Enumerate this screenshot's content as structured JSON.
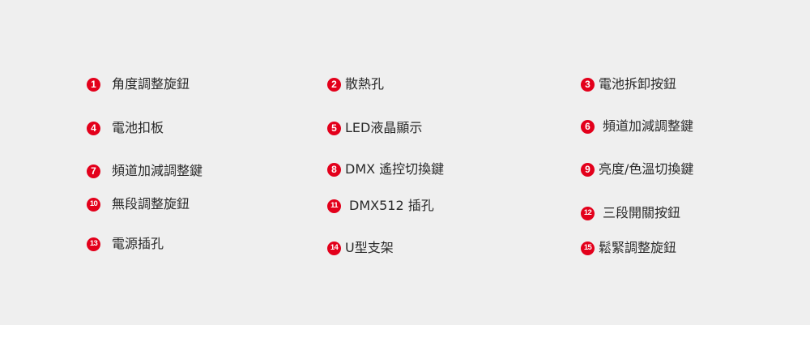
{
  "accent_color": "#e3001b",
  "items": [
    {
      "number": "1",
      "label": "角度調整旋鈕"
    },
    {
      "number": "2",
      "label": "散熱孔"
    },
    {
      "number": "3",
      "label": "電池拆卸按鈕"
    },
    {
      "number": "4",
      "label": "電池扣板"
    },
    {
      "number": "5",
      "label": "LED液晶顯示"
    },
    {
      "number": "6",
      "label": "頻道加減調整鍵"
    },
    {
      "number": "7",
      "label": "頻道加減調整鍵"
    },
    {
      "number": "8",
      "label": "DMX 遙控切換鍵"
    },
    {
      "number": "9",
      "label": "亮度/色溫切換鍵"
    },
    {
      "number": "10",
      "label": "無段調整旋鈕"
    },
    {
      "number": "11",
      "label": "DMX512 插孔"
    },
    {
      "number": "12",
      "label": "三段開關按鈕"
    },
    {
      "number": "13",
      "label": "電源插孔"
    },
    {
      "number": "14",
      "label": "U型支架"
    },
    {
      "number": "15",
      "label": "鬆緊調整旋鈕"
    }
  ]
}
